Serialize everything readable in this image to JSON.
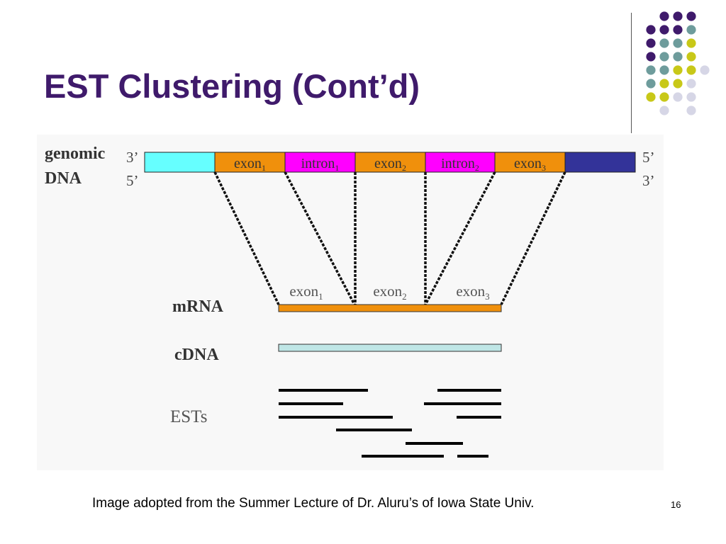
{
  "slide": {
    "title": "EST Clustering (Cont’d)",
    "caption": "Image adopted from the Summer Lecture of Dr. Aluru’s of Iowa State Univ.",
    "page_number": "16"
  },
  "decoration": {
    "dot_colors": {
      "purple": "#3f1a6b",
      "teal": "#6e9c9c",
      "yellow": "#c8c818",
      "lavender": "#d6d6e6"
    }
  },
  "diagram": {
    "genomic": {
      "label_line1": "genomic",
      "label_line2": "DNA",
      "left_top_end": "3’",
      "left_bottom_end": "5’",
      "right_top_end": "5’",
      "right_bottom_end": "3’",
      "segments": [
        {
          "label": "",
          "sub": "",
          "color": "#66ffff"
        },
        {
          "label": "exon",
          "sub": "1",
          "color": "#f0900c"
        },
        {
          "label": "intron",
          "sub": "1",
          "color": "#ff00ff"
        },
        {
          "label": "exon",
          "sub": "2",
          "color": "#f0900c"
        },
        {
          "label": "intron",
          "sub": "2",
          "color": "#ff00ff"
        },
        {
          "label": "exon",
          "sub": "3",
          "color": "#f0900c"
        },
        {
          "label": "",
          "sub": "",
          "color": "#333399"
        }
      ]
    },
    "mrna": {
      "label": "mRNA",
      "color": "#f0900c",
      "exons": [
        {
          "label": "exon",
          "sub": "1"
        },
        {
          "label": "exon",
          "sub": "2"
        },
        {
          "label": "exon",
          "sub": "3"
        }
      ]
    },
    "cdna": {
      "label": "cDNA",
      "color": "#bfe6e6"
    },
    "ests": {
      "label": "ESTs"
    }
  }
}
